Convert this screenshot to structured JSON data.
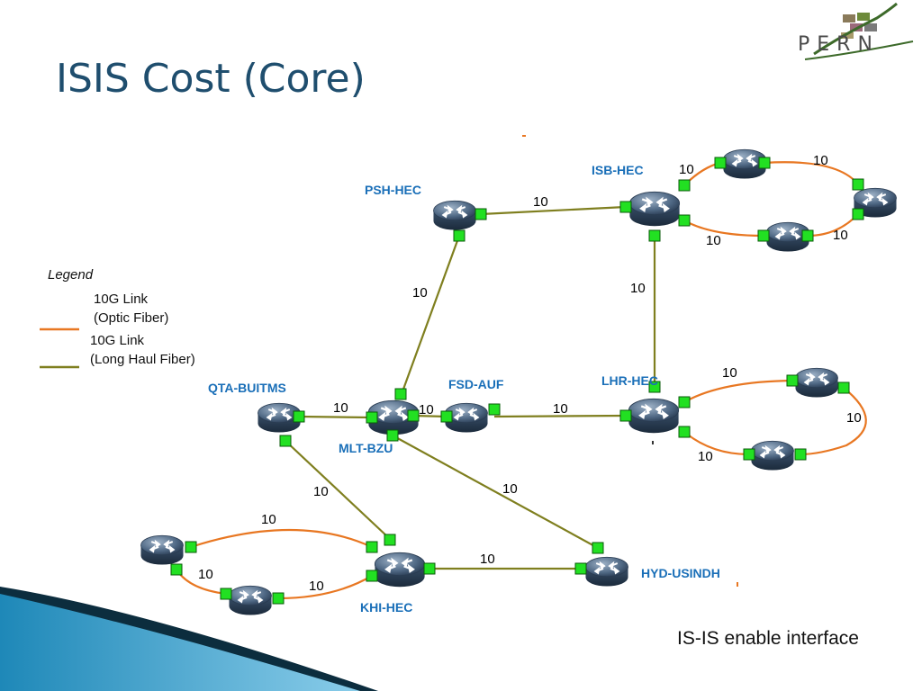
{
  "slide": {
    "title": "ISIS Cost (Core)",
    "footer_note": "IS-IS enable interface",
    "logo_text": "PERN"
  },
  "legend": {
    "title": "Legend",
    "items": [
      {
        "line1": "10G Link",
        "line2": "(Optic Fiber)",
        "color": "#e87722"
      },
      {
        "line1": "10G Link",
        "line2": "(Long Haul Fiber)",
        "color": "#7f7f1f"
      }
    ]
  },
  "colors": {
    "optic_fiber": "#e87722",
    "long_haul_fiber": "#7f7f1f",
    "interface": "#22e022",
    "label": "#1a6fb8",
    "title": "#1f4e6e"
  },
  "routers": [
    {
      "id": "psh",
      "label": "PSH-HEC"
    },
    {
      "id": "isb",
      "label": "ISB-HEC"
    },
    {
      "id": "qta",
      "label": "QTA-BUITMS"
    },
    {
      "id": "mlt",
      "label": "MLT-BZU"
    },
    {
      "id": "fsd",
      "label": "FSD-AUF"
    },
    {
      "id": "lhr",
      "label": "LHR-HEC"
    },
    {
      "id": "khi",
      "label": "KHI-HEC"
    },
    {
      "id": "hyd",
      "label": "HYD-USINDH"
    },
    {
      "id": "isb_r1",
      "label": ""
    },
    {
      "id": "isb_r2",
      "label": ""
    },
    {
      "id": "isb_r3",
      "label": ""
    },
    {
      "id": "lhr_r1",
      "label": ""
    },
    {
      "id": "lhr_r2",
      "label": ""
    },
    {
      "id": "khi_r1",
      "label": ""
    },
    {
      "id": "khi_r2",
      "label": ""
    }
  ],
  "links": [
    {
      "from": "psh",
      "to": "isb",
      "type": "long_haul",
      "cost": "10"
    },
    {
      "from": "psh",
      "to": "mlt",
      "type": "long_haul",
      "cost": "10"
    },
    {
      "from": "isb",
      "to": "lhr",
      "type": "long_haul",
      "cost": "10"
    },
    {
      "from": "qta",
      "to": "mlt",
      "type": "long_haul",
      "cost": "10"
    },
    {
      "from": "mlt",
      "to": "fsd",
      "type": "long_haul",
      "cost": "10"
    },
    {
      "from": "fsd",
      "to": "lhr",
      "type": "long_haul",
      "cost": "10"
    },
    {
      "from": "qta",
      "to": "khi",
      "type": "long_haul",
      "cost": "10"
    },
    {
      "from": "mlt",
      "to": "hyd",
      "type": "long_haul",
      "cost": "10"
    },
    {
      "from": "khi",
      "to": "hyd",
      "type": "long_haul",
      "cost": "10"
    },
    {
      "from": "isb",
      "to": "isb_r1",
      "type": "optic",
      "cost": "10"
    },
    {
      "from": "isb_r1",
      "to": "isb_r3",
      "type": "optic",
      "cost": "10"
    },
    {
      "from": "isb_r3",
      "to": "isb_r2",
      "type": "optic",
      "cost": "10"
    },
    {
      "from": "isb_r2",
      "to": "isb",
      "type": "optic",
      "cost": "10"
    },
    {
      "from": "lhr",
      "to": "lhr_r1",
      "type": "optic",
      "cost": "10"
    },
    {
      "from": "lhr_r1",
      "to": "lhr_r2",
      "type": "optic",
      "cost": "10"
    },
    {
      "from": "lhr_r2",
      "to": "lhr",
      "type": "optic",
      "cost": "10"
    },
    {
      "from": "khi",
      "to": "khi_r1",
      "type": "optic",
      "cost": "10"
    },
    {
      "from": "khi_r1",
      "to": "khi_r2",
      "type": "optic",
      "cost": "10"
    },
    {
      "from": "khi_r2",
      "to": "khi",
      "type": "optic",
      "cost": "10"
    }
  ]
}
